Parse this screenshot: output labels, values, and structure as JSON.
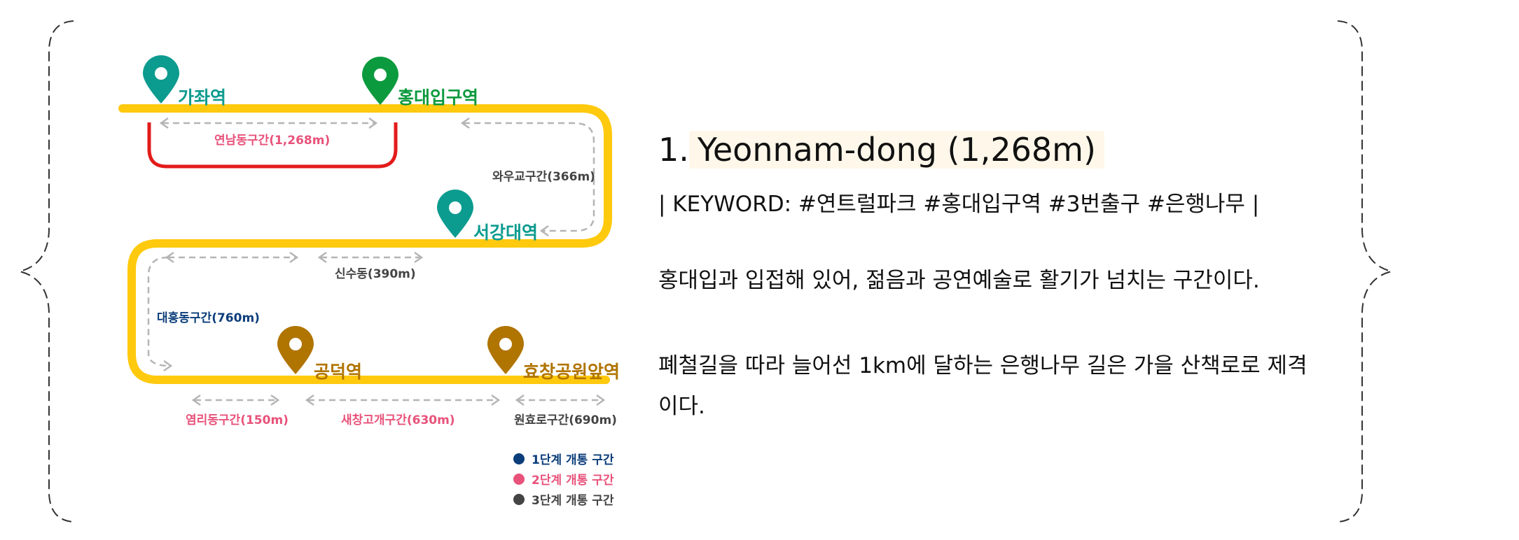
{
  "map": {
    "stations": {
      "gajwa": "가좌역",
      "hongik": "홍대입구역",
      "seogang": "서강대역",
      "gongdeok": "공덕역",
      "hyochang": "효창공원앞역"
    },
    "segments": {
      "yeonnam": "연남동구간(1,268m)",
      "wawoogyo": "와우교구간(366m)",
      "sinsu": "신수동(390m)",
      "daeheung": "대흥동구간(760m)",
      "yeomni": "염리동구간(150m)",
      "saechang": "새창고개구간(630m)",
      "wonhyo": "원효로구간(690m)"
    },
    "legend": [
      {
        "label": "1단계 개통 구간",
        "color": "#0b3d7a"
      },
      {
        "label": "2단계 개통 구간",
        "color": "#e8527a"
      },
      {
        "label": "3단계 개통 구간",
        "color": "#444444"
      }
    ],
    "colors": {
      "route": "#ffc90e",
      "phase1_highlight": "#e31b1b",
      "pin_teal": "#0c9b8f",
      "pin_green": "#0b9a3e",
      "pin_brown": "#b07400",
      "label_pink": "#e8527a",
      "label_navy": "#0b3d7a",
      "label_gray": "#444444"
    }
  },
  "section": {
    "title": "1. Yeonnam-dong (1,268m)",
    "title_number": "1.",
    "title_text": "Yeonnam-dong (1,268m)",
    "keyword": "| KEYWORD: #연트럴파크 #홍대입구역 #3번출구 #은행나무 |",
    "paragraph1": "홍대입과 입접해 있어, 젊음과 공연예술로 활기가 넘치는 구간이다.",
    "paragraph2": "폐철길을 따라 늘어선 1km에 달하는 은행나무 길은 가을 산책로로 제격이다."
  }
}
